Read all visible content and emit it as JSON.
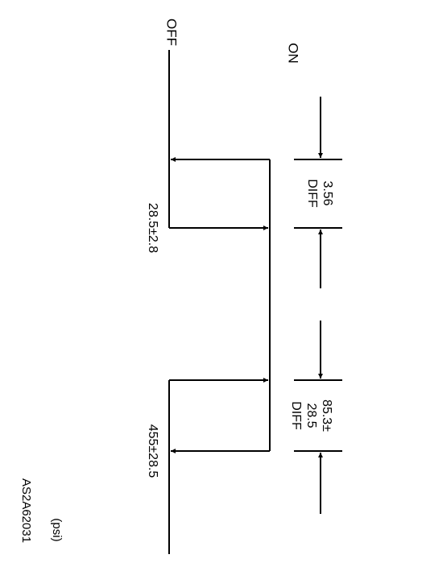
{
  "diagram": {
    "state_off": "OFF",
    "state_on": "ON",
    "pressure_low": "28.5±2.8",
    "pressure_high": "455±28.5",
    "diff_low": {
      "value": "3.56",
      "label": "DIFF"
    },
    "diff_high": {
      "value_line1": "85.3±",
      "value_line2": "28.5",
      "label": "DIFF"
    },
    "unit": "(psi)",
    "figure_code": "AS2A62031"
  }
}
